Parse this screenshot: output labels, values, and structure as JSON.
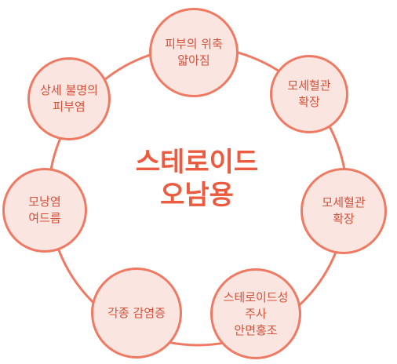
{
  "colors": {
    "accent": "#ef7a63",
    "text": "#d4513a",
    "center_text": "#ec5a3f",
    "node_fill": "#fbe5e0"
  },
  "center_title": "스테로이드\n오남용",
  "nodes": [
    {
      "label": "피부의 위축\n얇아짐"
    },
    {
      "label": "모세혈관\n확장"
    },
    {
      "label": "모세혈관\n확장"
    },
    {
      "label": "스테로이드성\n주사\n안면홍조"
    },
    {
      "label": "각종 감염증"
    },
    {
      "label": "모낭염\n여드름"
    },
    {
      "label": "상세 불명의\n피부염"
    }
  ]
}
